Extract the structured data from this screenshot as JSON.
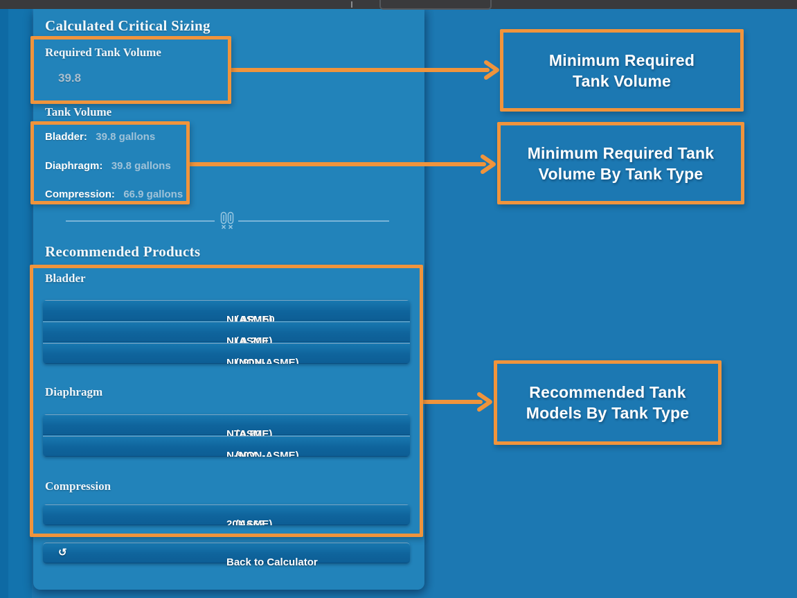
{
  "panel": {
    "title": "Calculated Critical Sizing",
    "required_tank_volume": {
      "label": "Required Tank Volume",
      "value": "39.8"
    },
    "tank_volume": {
      "heading": "Tank Volume",
      "rows": [
        {
          "label": "Bladder:",
          "value": "39.8 gallons"
        },
        {
          "label": "Diaphragm:",
          "value": "39.8 gallons"
        },
        {
          "label": "Compression:",
          "value": "66.9 gallons"
        }
      ]
    },
    "recommended": {
      "heading": "Recommended Products",
      "groups": [
        {
          "heading": "Bladder",
          "products": [
            {
              "model": "NLAP 150",
              "designation": "(ASME)"
            },
            {
              "model": "NLA 200",
              "designation": "(ASME)"
            },
            {
              "model": "NL 90VL",
              "designation": "(NON-ASME)"
            }
          ]
        },
        {
          "heading": "Diaphragm",
          "products": [
            {
              "model": "NTA 80",
              "designation": "(ASME)"
            },
            {
              "model": "N-90V",
              "designation": "(NON-ASME)"
            }
          ]
        },
        {
          "heading": "Compression",
          "products": [
            {
              "model": "20NA62",
              "designation": "(ASME)"
            }
          ]
        }
      ]
    },
    "back_button": {
      "label": "Back to Calculator",
      "icon": "↺"
    }
  },
  "annotations": {
    "accent_color": "#f0943c",
    "callouts": [
      {
        "lines": [
          "Minimum Required",
          "Tank Volume"
        ]
      },
      {
        "lines": [
          "Minimum Required Tank",
          "Volume By Tank Type"
        ]
      },
      {
        "lines": [
          "Recommended Tank",
          "Models By Tank Type"
        ]
      }
    ]
  },
  "colors": {
    "background": "#1c78b2",
    "panel": "#2283ba",
    "button_top": "#1878b0",
    "button_bottom": "#0d5e95",
    "topbar": "#3a3a3c",
    "value_text": "#a9bfcf"
  }
}
